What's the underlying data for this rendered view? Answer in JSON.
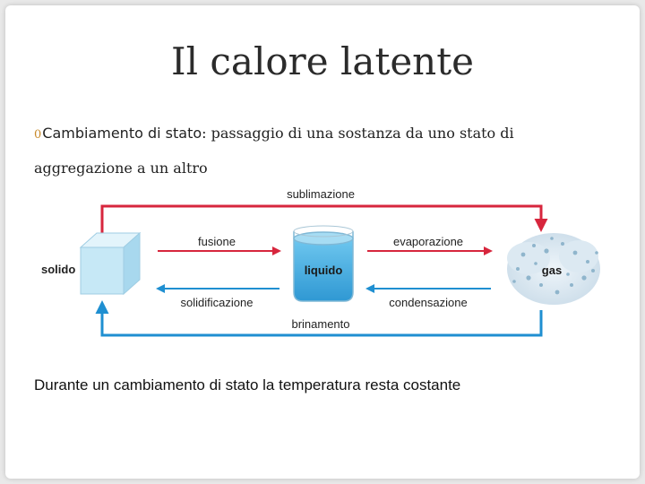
{
  "title": "Il calore latente",
  "bullet": {
    "marker": "0",
    "term": "Cambiamento di stato",
    "text_line1": ": passaggio di una sostanza da uno stato di",
    "text_line2": "aggregazione a un altro"
  },
  "diagram": {
    "states": {
      "solid": "solido",
      "liquid": "liquido",
      "gas": "gas"
    },
    "transitions": {
      "sublimation": "sublimazione",
      "fusion": "fusione",
      "evaporation": "evaporazione",
      "solidification": "solidificazione",
      "condensation": "condensazione",
      "deposition": "brinamento"
    },
    "colors": {
      "heating": "#d7263d",
      "cooling": "#1f8fd1",
      "cube": "#bfe3f3",
      "liquid": "#4db3e4"
    }
  },
  "footer": {
    "emphasis": "Durante un cambiamento di stato",
    "rest": " la temperatura resta costante"
  }
}
